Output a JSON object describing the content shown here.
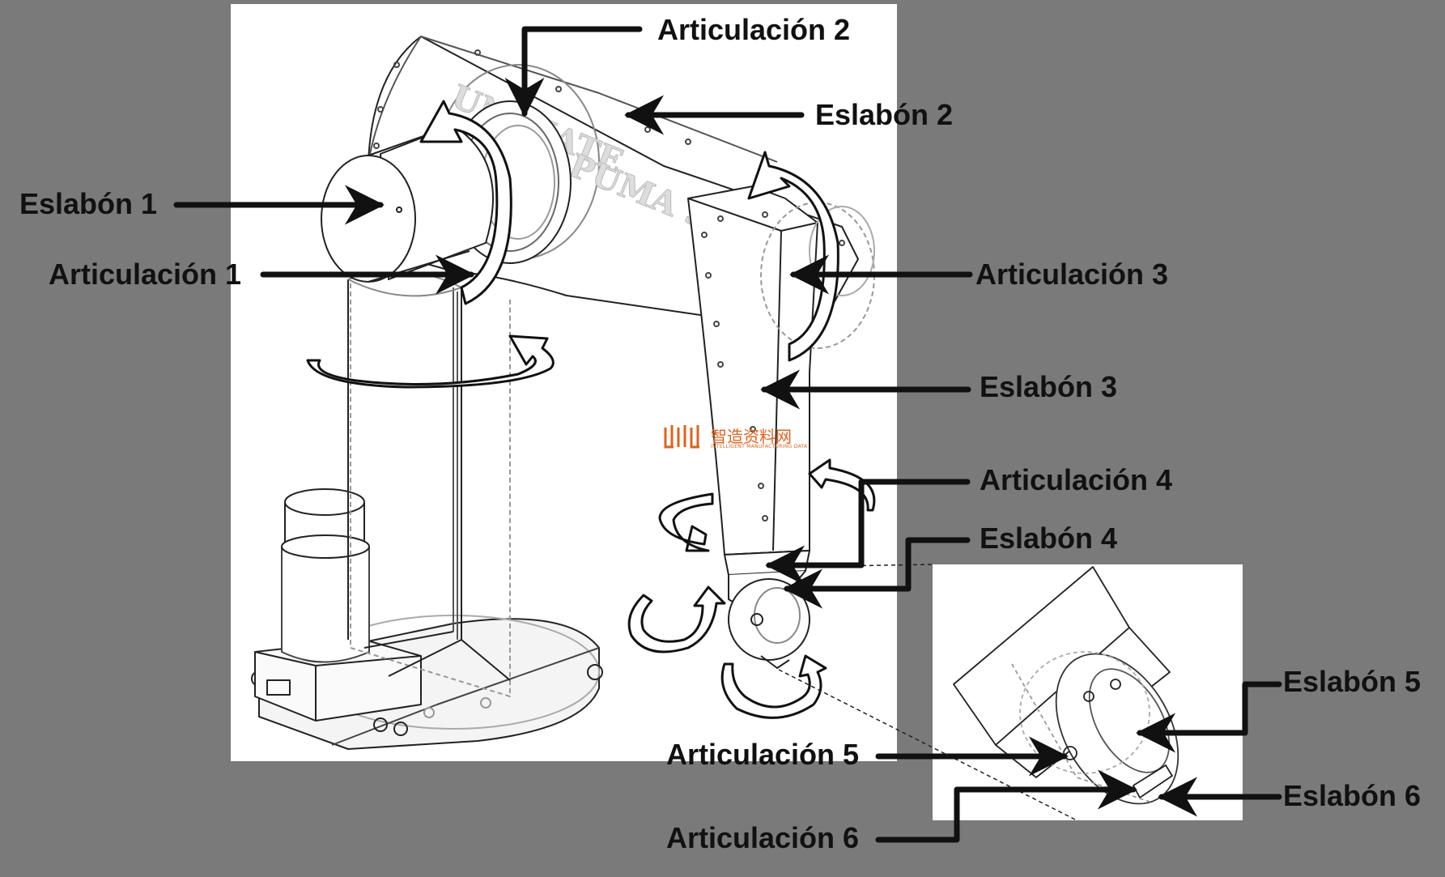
{
  "labels": {
    "articulacion_1": "Articulación 1",
    "articulacion_2": "Articulación 2",
    "articulacion_3": "Articulación 3",
    "articulacion_4": "Articulación 4",
    "articulacion_5": "Articulación 5",
    "articulacion_6": "Articulación 6",
    "eslabon_1": "Eslabón 1",
    "eslabon_2": "Eslabón 2",
    "eslabon_3": "Eslabón 3",
    "eslabon_4": "Eslabón 4",
    "eslabon_5": "Eslabón 5",
    "eslabon_6": "Eslabón 6"
  },
  "engraving": {
    "brand": "UNIMATE",
    "model": "PUMA 560"
  },
  "watermark": {
    "text": "智造资料网",
    "subtext": "INTELLIGENT MANUFACTURING DATA"
  },
  "colors": {
    "background": "#7a7a7a",
    "panel": "#ffffff",
    "ink": "#111111",
    "watermark": "#e2611b"
  }
}
